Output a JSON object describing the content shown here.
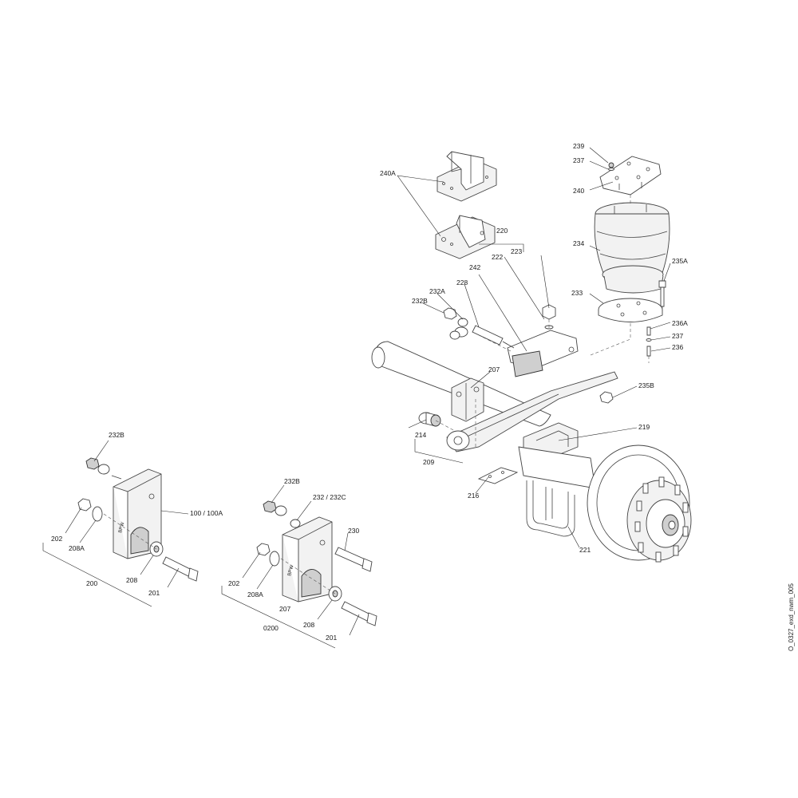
{
  "callouts": {
    "c239": "239",
    "c237_top": "237",
    "c240": "240",
    "c234": "234",
    "c235A": "235A",
    "c233": "233",
    "c236A": "236A",
    "c237_mid": "237",
    "c236": "236",
    "c235B": "235B",
    "c219": "219",
    "c221": "221",
    "c216": "216",
    "c240A": "240A",
    "c220": "220",
    "c222": "222",
    "c223": "223",
    "c242": "242",
    "c228": "228",
    "c232A": "232A",
    "c232B_upper": "232B",
    "c207_upper": "207",
    "c214": "214",
    "c209": "209",
    "c232B_left": "232B",
    "c100": "100 / 100A",
    "c202_left": "202",
    "c208A_left": "208A",
    "c208_left": "208",
    "c201_left": "201",
    "c200": "200",
    "c232B_mid": "232B",
    "c232": "232 / 232C",
    "c230": "230",
    "c202_mid": "202",
    "c208A_mid": "208A",
    "c207_mid": "207",
    "c0200": "0200",
    "c208_mid": "208",
    "c201_mid": "201"
  },
  "drawing_ref": "O_0327_exd_nwm_005"
}
